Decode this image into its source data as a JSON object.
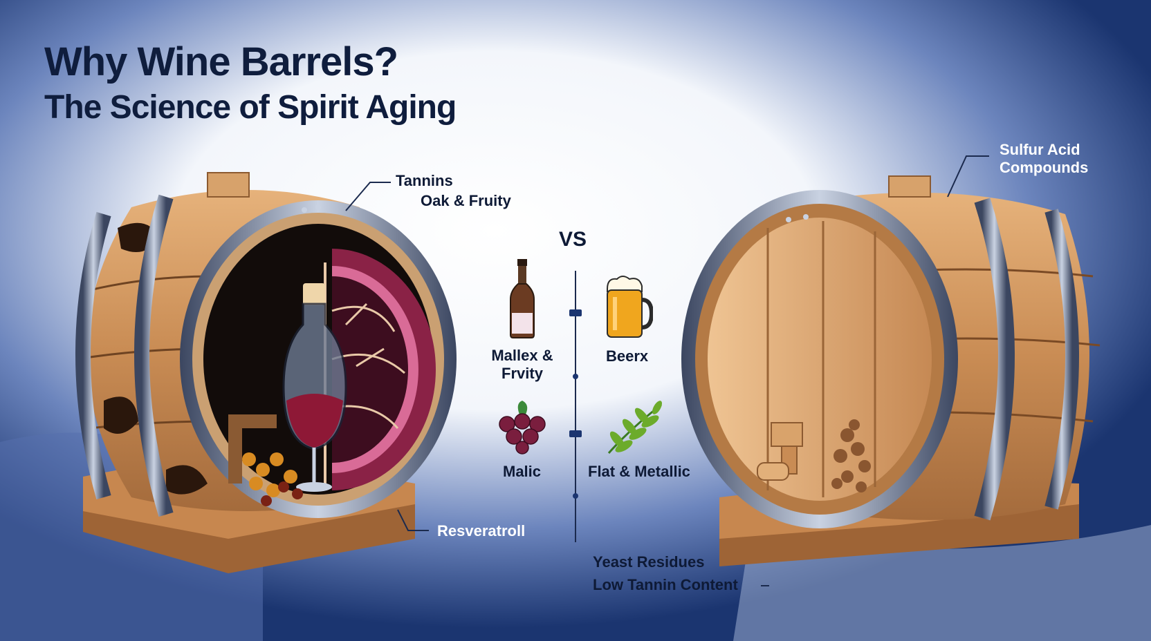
{
  "title": {
    "line1": "Why Wine Barrels?",
    "line2": "The Science of Spirit Aging"
  },
  "labels": {
    "tannins": "Tannins",
    "oak_fruity": "Oak & Fruity",
    "vs": "VS",
    "mallex_line1": "Mallex &",
    "mallex_line2": "Frvity",
    "beerx": "Beerx",
    "malic": "Malic",
    "flat_metallic": "Flat & Metallic",
    "resveratrol": "Resveratroll",
    "sulfur_line1": "Sulfur Acid",
    "sulfur_line2": "Compounds",
    "yeast": "Yeast Residues",
    "low_tannin": "Low Tannin Content"
  },
  "icons": [
    "wine-bottle-icon",
    "beer-mug-icon",
    "grapes-icon",
    "leaf-icon",
    "wine-glass-icon",
    "tap-icon"
  ],
  "colors": {
    "navy": "#1b3570",
    "title": "#0f1d3d",
    "oak": "#d29a62",
    "hoop": "#8d97ab",
    "wine": "#8e1836"
  }
}
